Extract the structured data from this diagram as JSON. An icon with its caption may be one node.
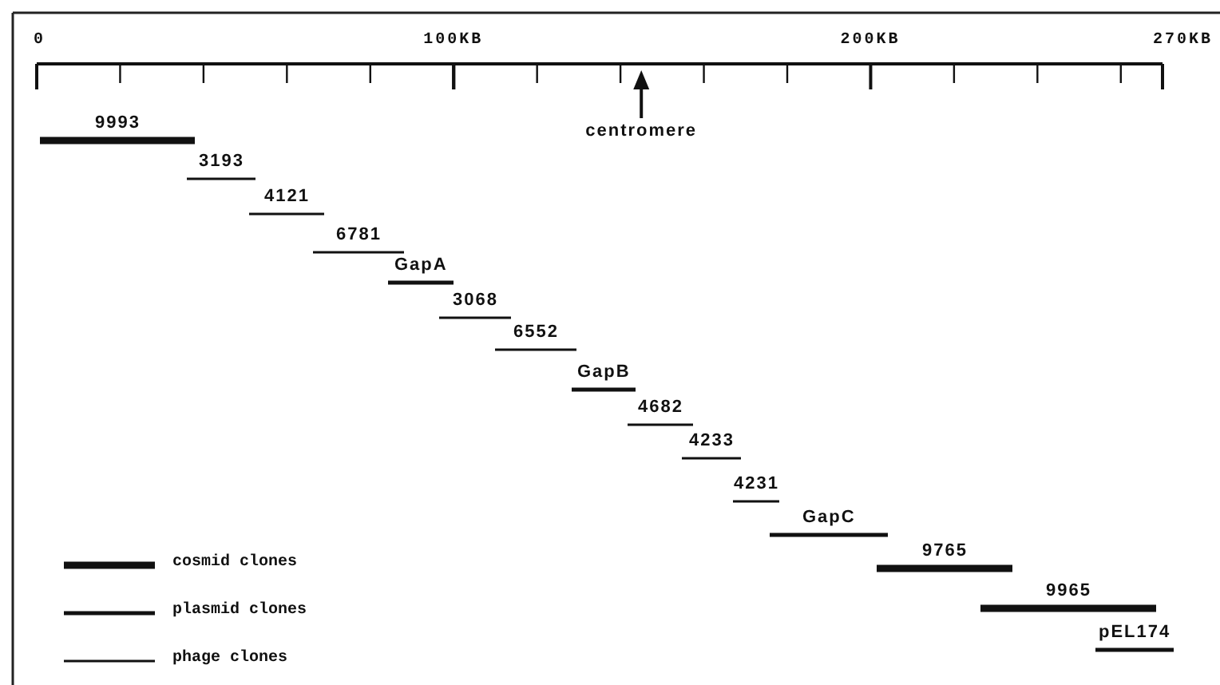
{
  "diagram": {
    "labels": [
      "0",
      "100KB",
      "200KB",
      "270KB",
      "centromere",
      "9993",
      "3193",
      "4121",
      "6781",
      "GapA",
      "3068",
      "6552",
      "GapB",
      "4682",
      "4233",
      "4231",
      "GapC",
      "9765",
      "9965",
      "pEL174"
    ],
    "legend": [
      {
        "text": "cosmid clones"
      },
      {
        "text": "plasmid clones"
      },
      {
        "text": "phage clones"
      }
    ]
  }
}
